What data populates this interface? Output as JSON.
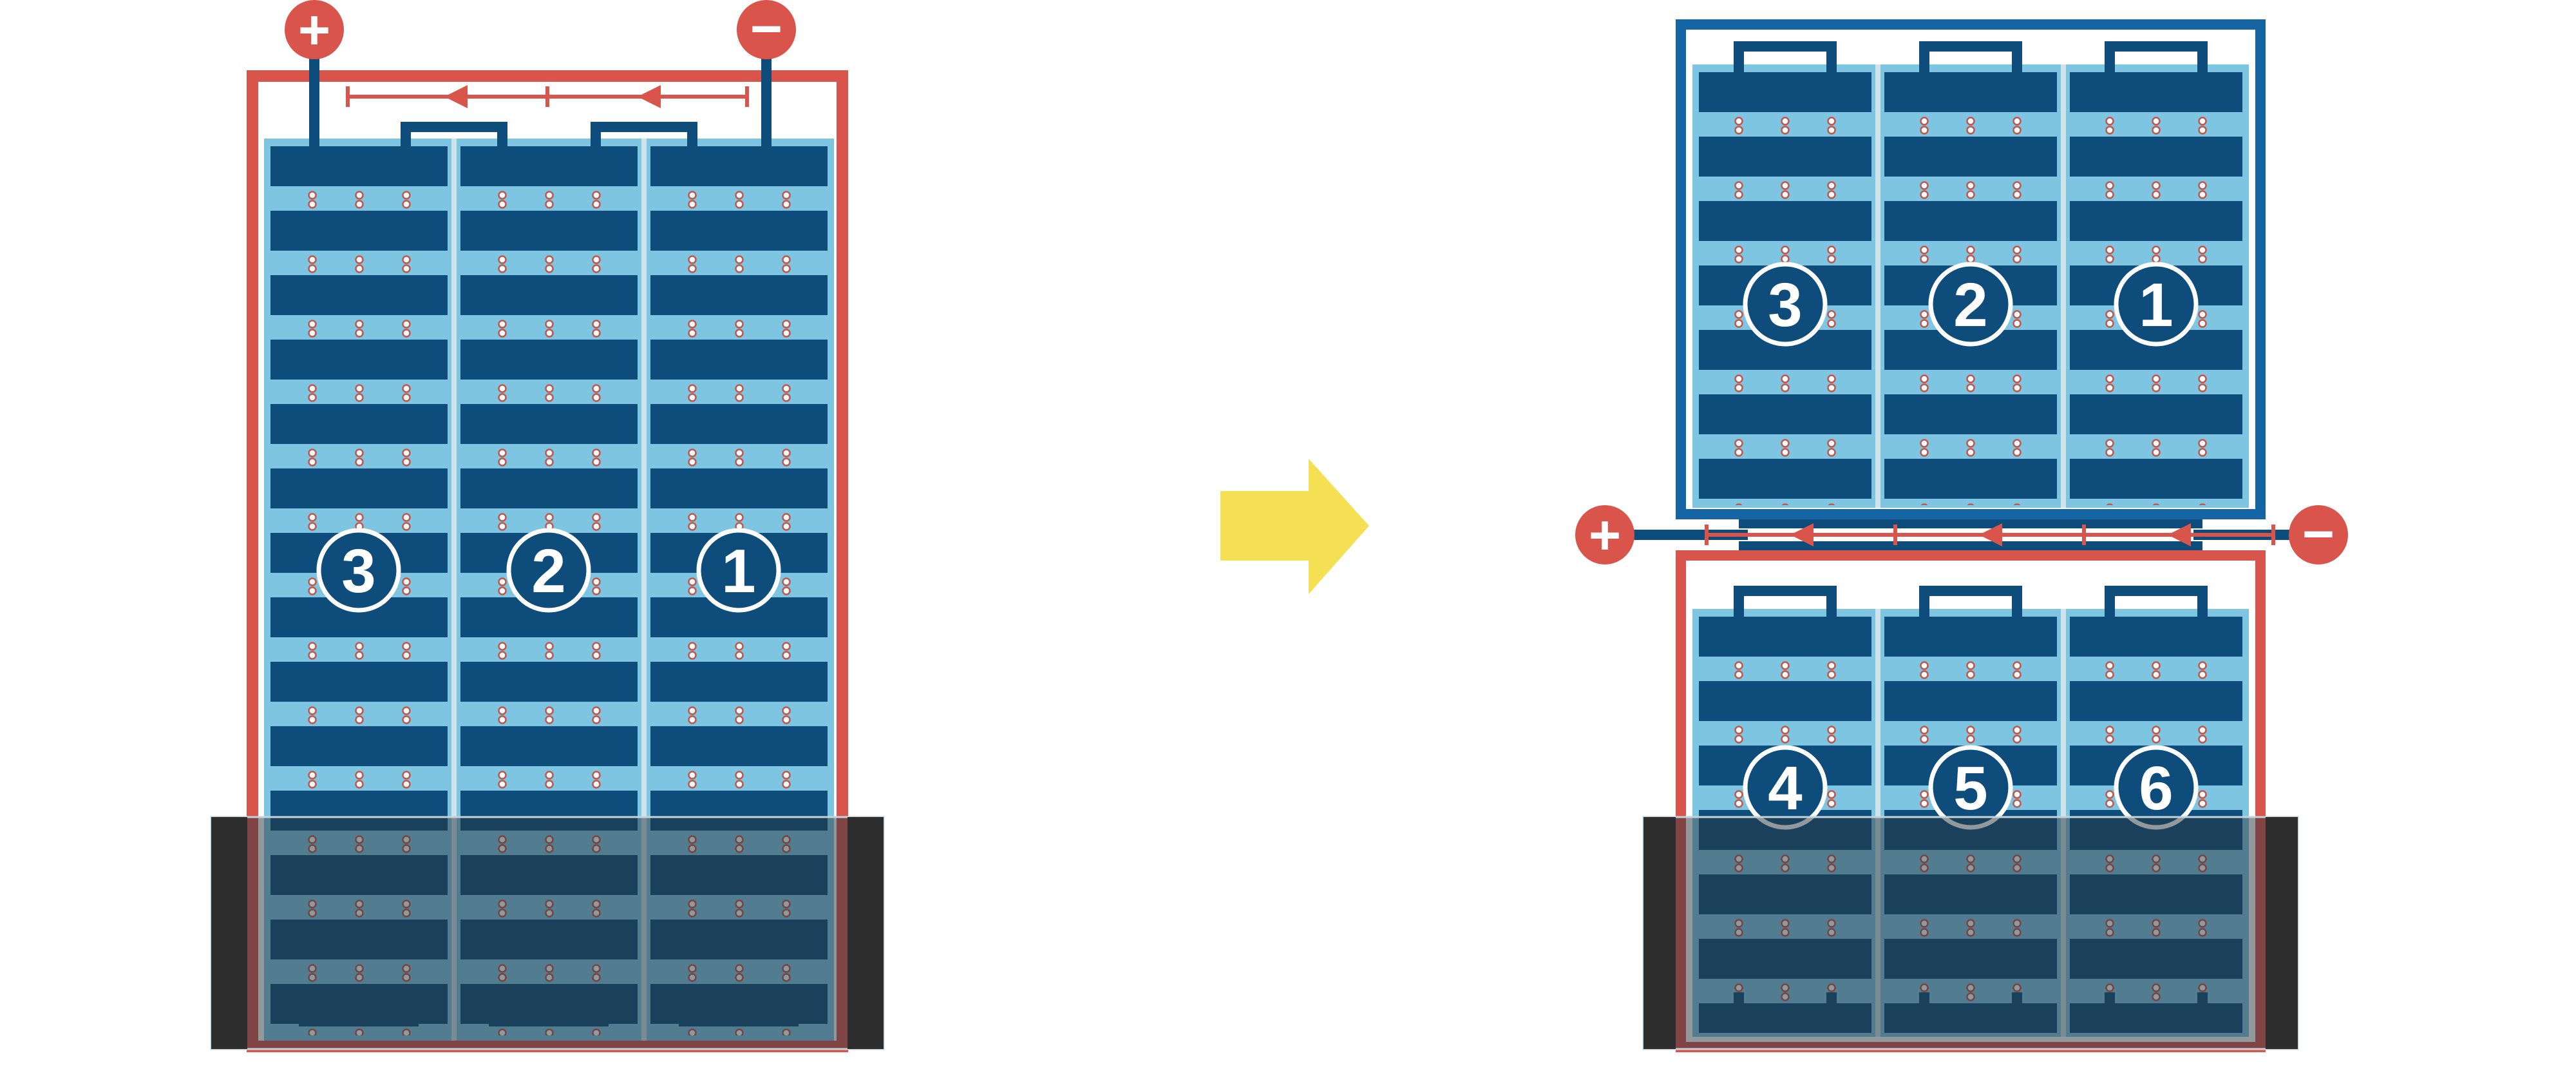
{
  "left": {
    "plus": "+",
    "minus": "−",
    "modules": [
      "3",
      "2",
      "1"
    ]
  },
  "right": {
    "plus": "+",
    "minus": "−",
    "top_modules": [
      "3",
      "2",
      "1"
    ],
    "bottom_modules": [
      "4",
      "5",
      "6"
    ]
  },
  "colors": {
    "red": "#D9544A",
    "navy": "#0E4C7B",
    "light_blue": "#7EC5E2",
    "frame_blue": "#1565A5",
    "arrow_yellow": "#F5E054",
    "separator": "#CFE3EA",
    "dot_ring": "#C2564B",
    "shade": "#25333C",
    "black_cap": "#2D2D2D"
  }
}
